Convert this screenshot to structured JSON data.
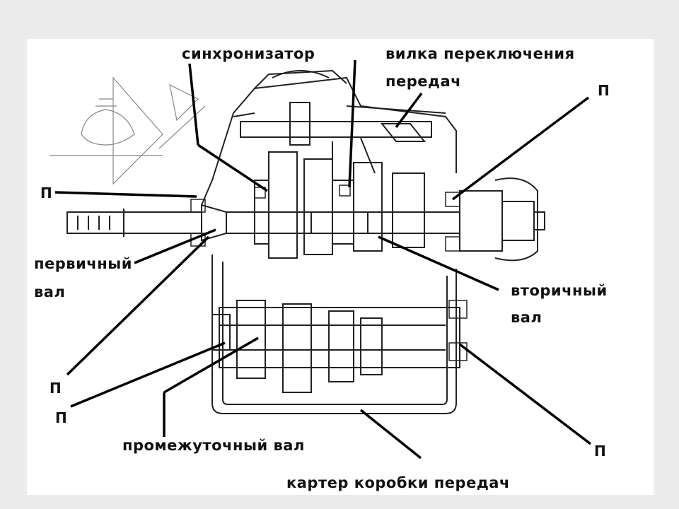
{
  "diagram": {
    "labels": {
      "synchronizer": "синхронизатор",
      "shift_fork_line1": "вилка переключения",
      "shift_fork_line2": "передач",
      "input_shaft_line1": "первичный",
      "input_shaft_line2": "вал",
      "output_shaft_line1": "вторичный",
      "output_shaft_line2": "вал",
      "countershaft": "промежуточный вал",
      "gearbox_housing": "картер коробки передач",
      "bearing_marker": "П"
    }
  }
}
